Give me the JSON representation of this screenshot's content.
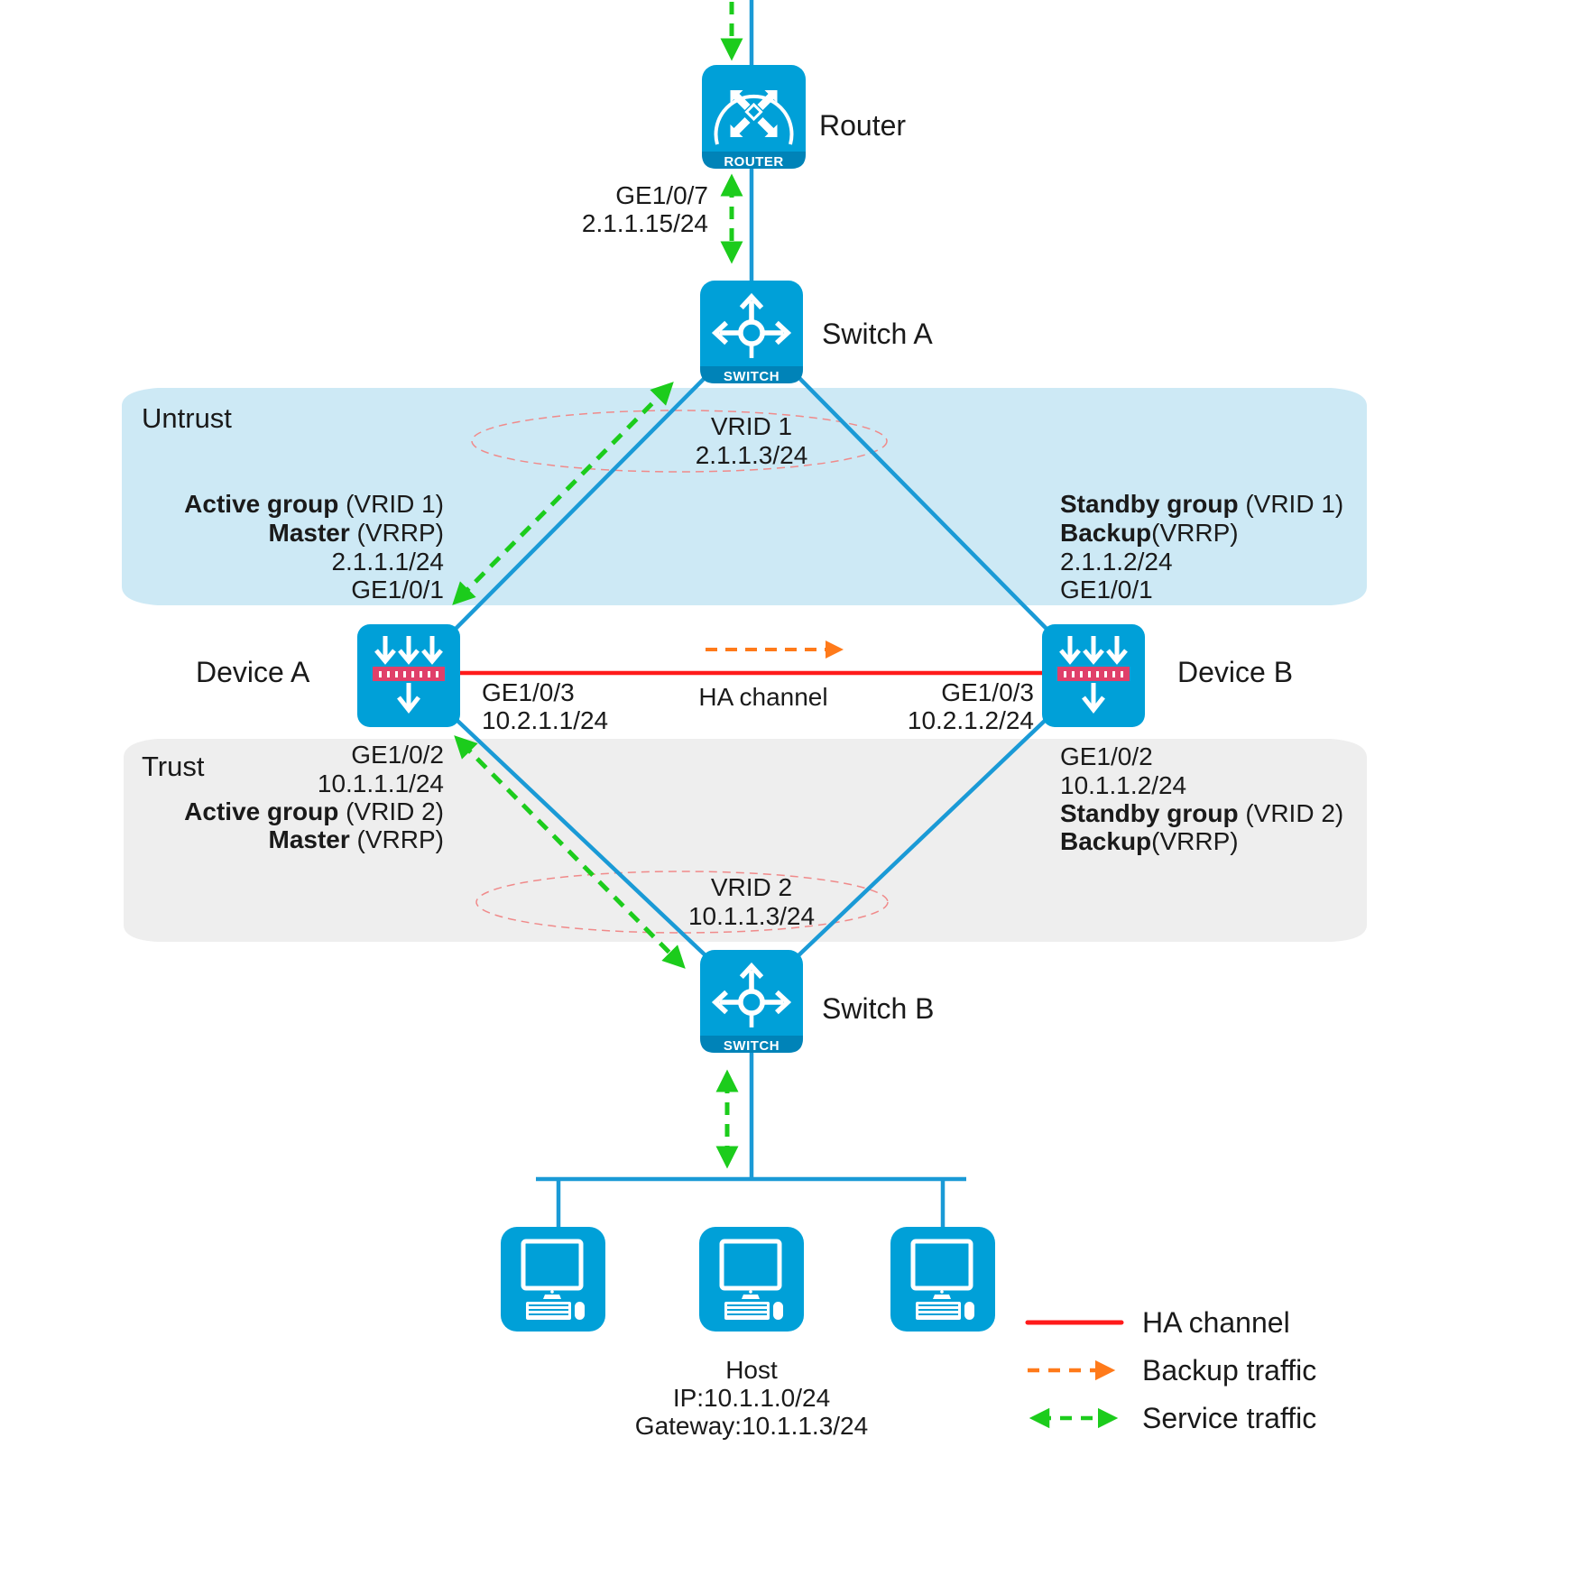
{
  "colors": {
    "device_blue": "#00a0d8",
    "device_blue_dark": "#0083b8",
    "link_blue": "#1a9ad6",
    "untrust_fill": "#cde9f5",
    "trust_fill": "#eeeeee",
    "ha_red": "#ff1a1a",
    "backup_orange": "#ff7a1a",
    "service_green": "#1ccc1c",
    "vrid_pink": "#f08a8a",
    "firewall_bar": "#e0406a"
  },
  "zones": {
    "untrust": "Untrust",
    "trust": "Trust"
  },
  "nodes": {
    "router": {
      "label": "Router",
      "caption": "ROUTER",
      "icon": "router-icon"
    },
    "switch_a": {
      "label": "Switch A",
      "caption": "SWITCH",
      "icon": "switch-icon"
    },
    "switch_b": {
      "label": "Switch B",
      "caption": "SWITCH",
      "icon": "switch-icon"
    },
    "device_a": {
      "label": "Device A",
      "icon": "firewall-icon"
    },
    "device_b": {
      "label": "Device B",
      "icon": "firewall-icon"
    },
    "hosts": {
      "count": 3,
      "icon": "pc-icon",
      "label": "Host",
      "ip": "IP:10.1.1.0/24",
      "gateway": "Gateway:10.1.1.3/24"
    }
  },
  "router_port": {
    "iface": "GE1/0/7",
    "ip": "2.1.1.15/24"
  },
  "vrid1": {
    "name": "VRID 1",
    "ip": "2.1.1.3/24"
  },
  "vrid2": {
    "name": "VRID 2",
    "ip": "10.1.1.3/24"
  },
  "device_a_untrust": {
    "group_bold": "Active group",
    "group_rest": " (VRID 1)",
    "role_bold": "Master",
    "role_rest": " (VRRP)",
    "ip": "2.1.1.1/24",
    "iface": "GE1/0/1"
  },
  "device_b_untrust": {
    "group_bold": "Standby group",
    "group_rest": " (VRID 1)",
    "role_bold": "Backup",
    "role_rest": "(VRRP)",
    "ip": "2.1.1.2/24",
    "iface": "GE1/0/1"
  },
  "device_a_trust": {
    "iface": "GE1/0/2",
    "ip": "10.1.1.1/24",
    "group_bold": "Active group",
    "group_rest": " (VRID 2)",
    "role_bold": "Master",
    "role_rest": " (VRRP)"
  },
  "device_b_trust": {
    "iface": "GE1/0/2",
    "ip": "10.1.1.2/24",
    "group_bold": "Standby group",
    "group_rest": " (VRID 2)",
    "role_bold": "Backup",
    "role_rest": "(VRRP)"
  },
  "ha": {
    "label": "HA channel",
    "a_iface": "GE1/0/3",
    "a_ip": "10.2.1.1/24",
    "b_iface": "GE1/0/3",
    "b_ip": "10.2.1.2/24"
  },
  "legend": [
    {
      "key": "ha",
      "label": "HA channel"
    },
    {
      "key": "backup",
      "label": "Backup traffic"
    },
    {
      "key": "service",
      "label": "Service traffic"
    }
  ]
}
